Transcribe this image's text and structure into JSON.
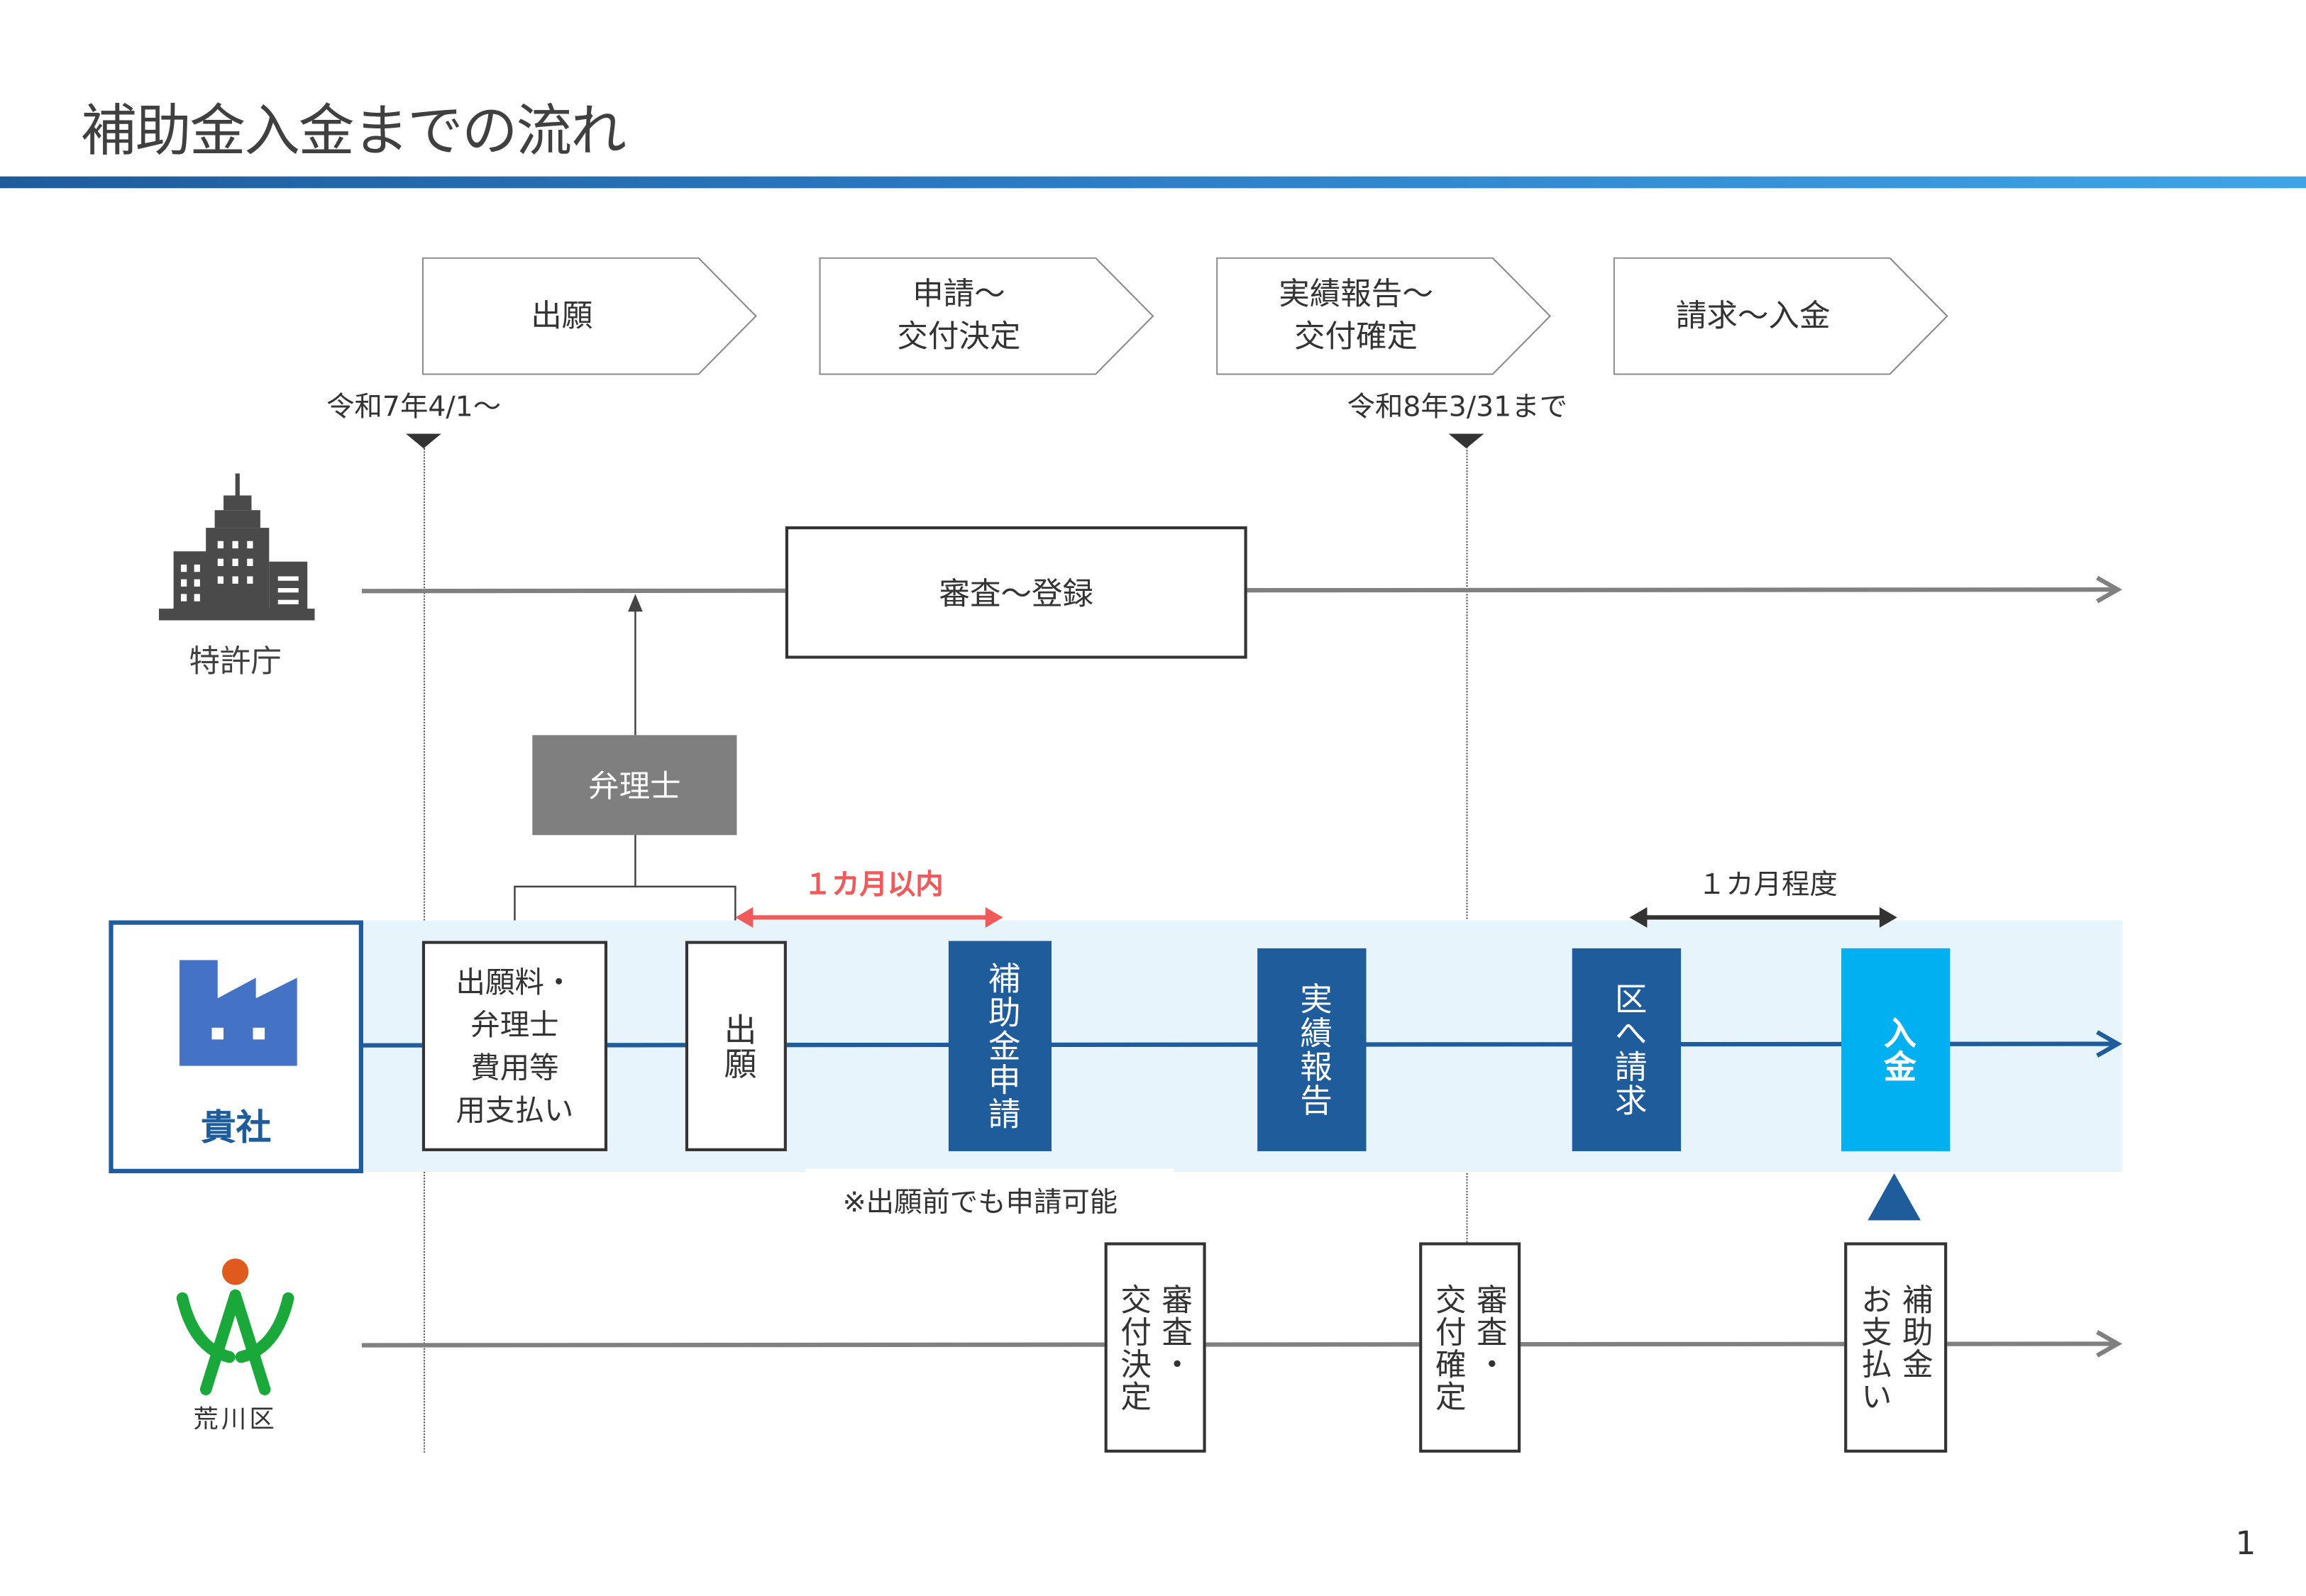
{
  "title": "補助金入金までの流れ",
  "phases": [
    {
      "label": "出願"
    },
    {
      "label": "申請～\n交付決定"
    },
    {
      "label": "実績報告～\n交付確定"
    },
    {
      "label": "請求～入金"
    }
  ],
  "dates": {
    "start": "令和7年4/1～",
    "end": "令和8年3/31まで"
  },
  "lanes": {
    "jpo": {
      "label": "特許庁",
      "process": "審査～登録"
    },
    "attorney": {
      "label": "弁理士"
    },
    "company": {
      "label": "貴社",
      "steps": [
        "出願料・\n弁理士\n費用等\n用支払い",
        "出願",
        "補助金申請",
        "実績報告",
        "区へ請求",
        "入金"
      ],
      "note": "※出願前でも申請可能",
      "span1": "１カ月以内",
      "span2": "１カ月程度"
    },
    "ward": {
      "label": "荒川区",
      "steps": [
        "審査・\n交付決定",
        "審査・\n交付確定",
        "補助金\nお支払い"
      ]
    }
  },
  "colors": {
    "primary": "#1f5c9c",
    "accent": "#00b0f0",
    "red": "#f05a5a",
    "band": "#e8f4fb"
  },
  "page_number": "1"
}
